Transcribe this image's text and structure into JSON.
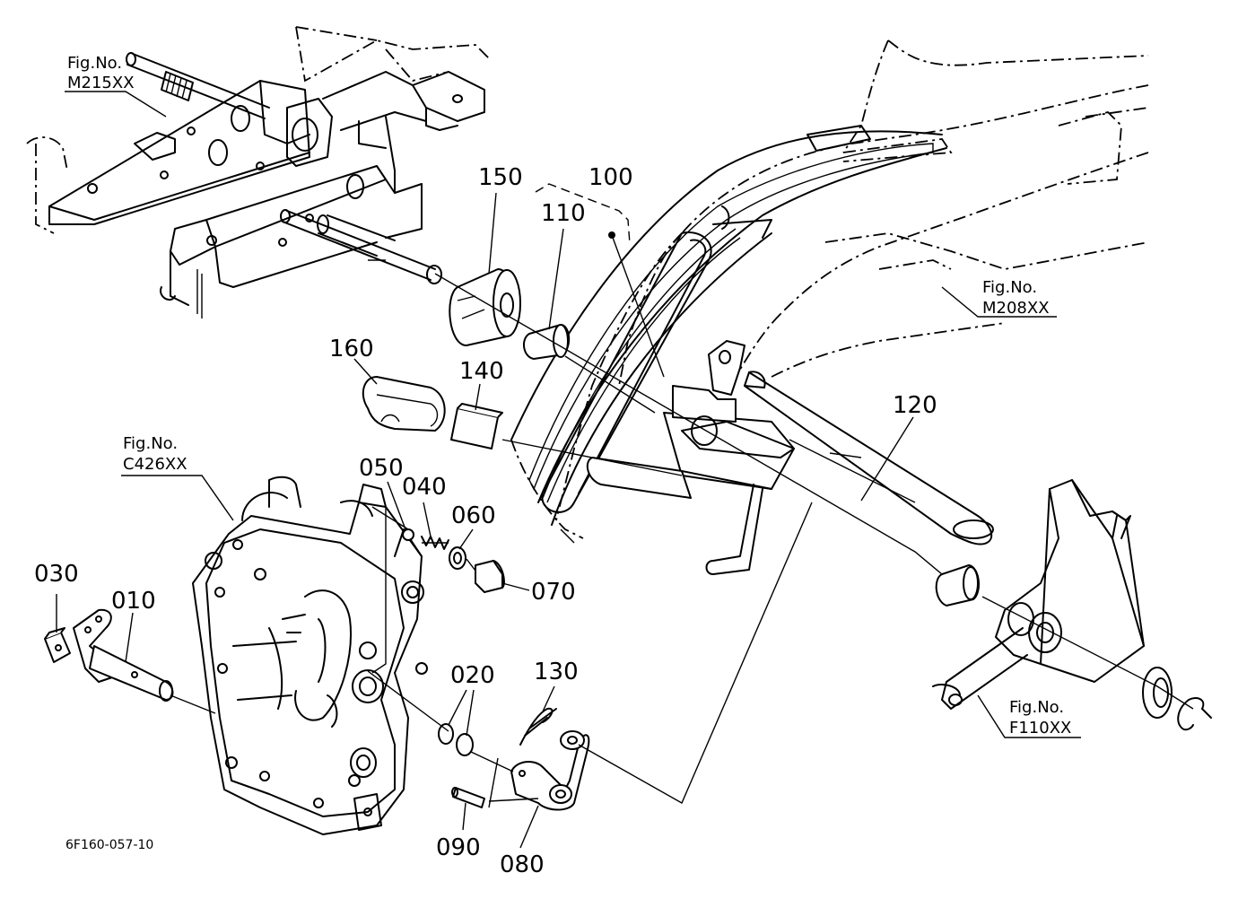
{
  "diagram": {
    "drawing_number": "6F160-057-10",
    "figure_references": [
      {
        "line1": "Fig.No.",
        "line2": "M215XX"
      },
      {
        "line1": "Fig.No.",
        "line2": "M208XX"
      },
      {
        "line1": "Fig.No.",
        "line2": "C426XX"
      },
      {
        "line1": "Fig.No.",
        "line2": "F110XX"
      }
    ],
    "part_labels": [
      "150",
      "100",
      "110",
      "160",
      "140",
      "120",
      "050",
      "040",
      "060",
      "070",
      "030",
      "010",
      "020",
      "130",
      "090",
      "080"
    ]
  }
}
